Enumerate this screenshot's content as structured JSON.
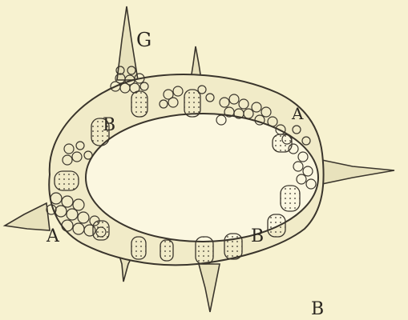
{
  "figure": {
    "background": "#f7f2d0",
    "ink": "#2a2620",
    "stroke": "#3a352c",
    "labels": {
      "g": "G",
      "b_upper_left": "B",
      "a_right": "A",
      "a_left": "A",
      "b_lower_right": "B",
      "panel": "B"
    }
  }
}
